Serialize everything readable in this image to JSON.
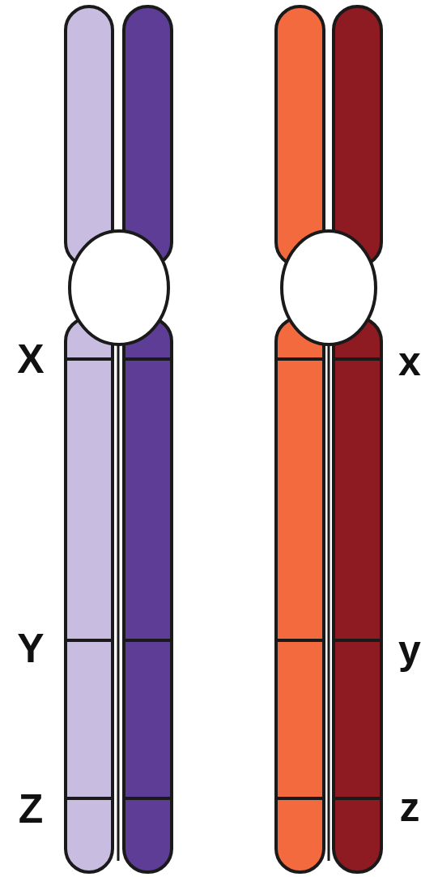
{
  "diagram": {
    "labels": [
      "X",
      "Y",
      "Z",
      "x",
      "y",
      "z"
    ]
  }
}
